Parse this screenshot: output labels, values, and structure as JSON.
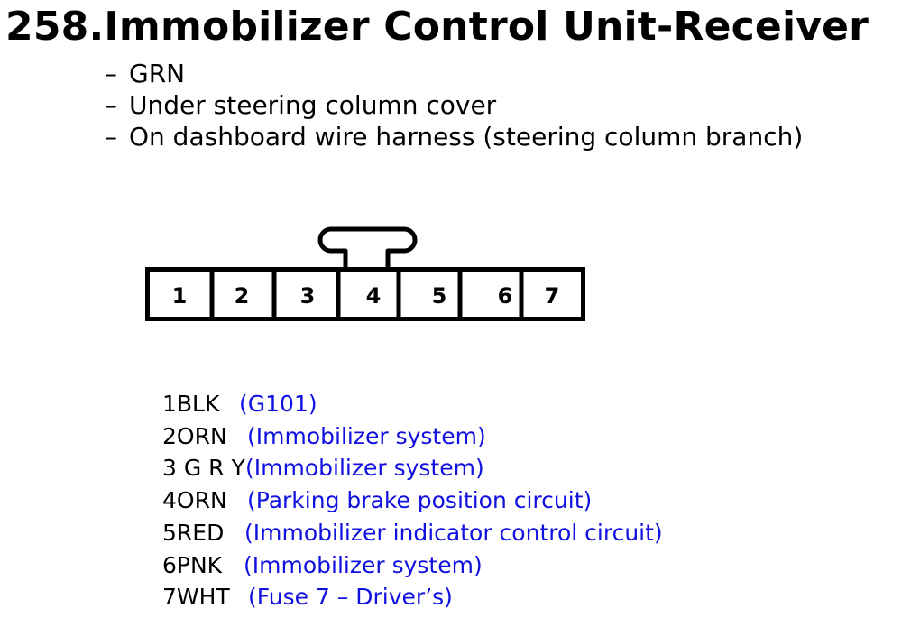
{
  "title": "258.Immobilizer Control Unit-Receiver",
  "details": [
    {
      "dash": "–",
      "text": "GRN"
    },
    {
      "dash": "–",
      "text": "Under steering column cover"
    },
    {
      "dash": "–",
      "text": "On dashboard wire harness (steering column branch)"
    }
  ],
  "connector": {
    "pin_labels": [
      "1",
      "2",
      "3",
      "4",
      "5",
      "6",
      "7"
    ]
  },
  "pins": [
    {
      "code": "1BLK",
      "desc": "(G101)"
    },
    {
      "code": "2ORN",
      "desc": "(Immobilizer system)"
    },
    {
      "code": "3 G R Y",
      "desc": "(Immobilizer system)"
    },
    {
      "code": "4ORN",
      "desc": "(Parking brake position circuit)"
    },
    {
      "code": "5RED",
      "desc": "(Immobilizer indicator control circuit)"
    },
    {
      "code": "6PNK",
      "desc": "(Immobilizer system)"
    },
    {
      "code": "7WHT",
      "desc": "(Fuse 7 – Driver’s)"
    }
  ],
  "colors": {
    "description_text": "#1010e0",
    "text": "#000000"
  }
}
